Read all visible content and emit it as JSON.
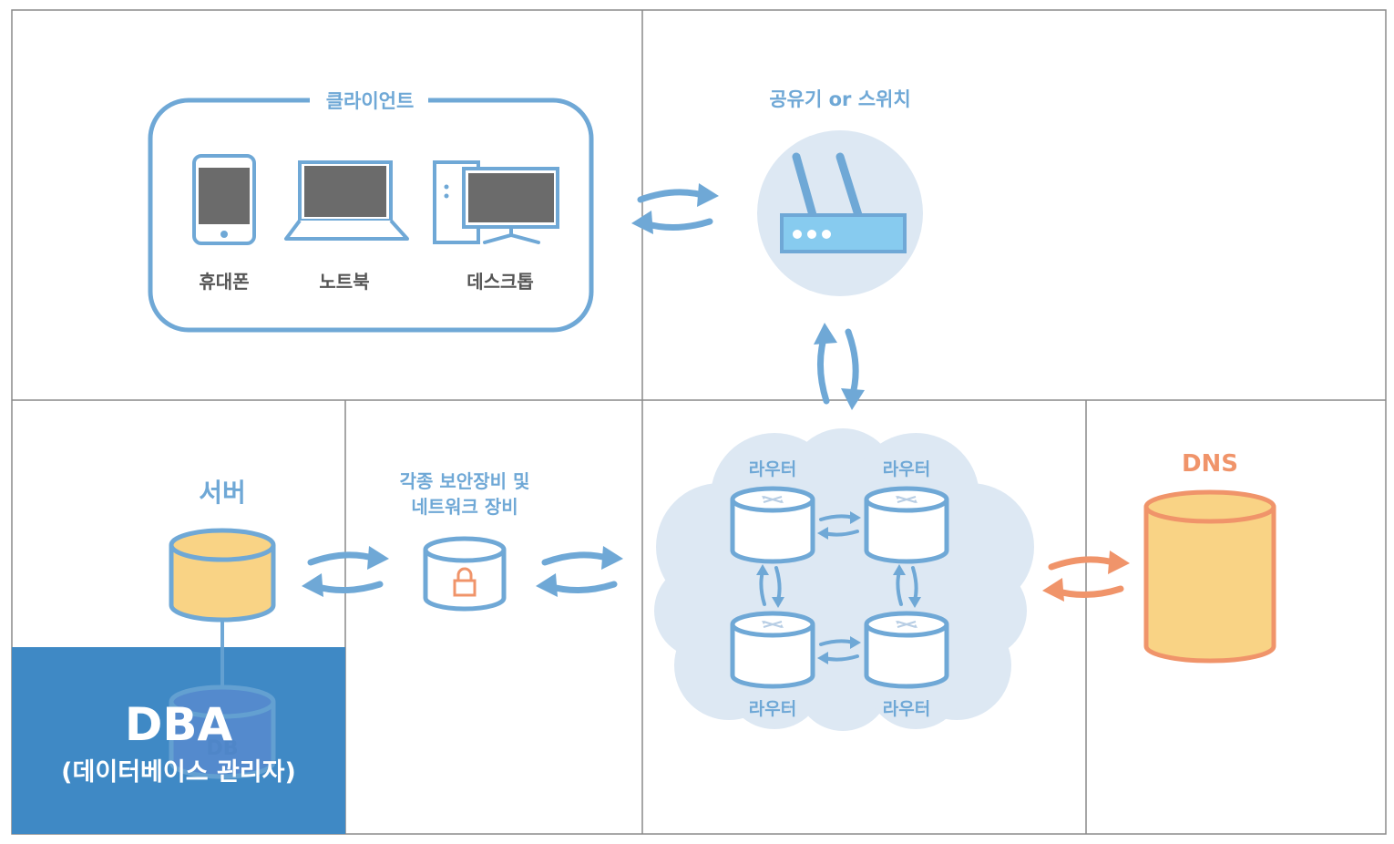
{
  "client": {
    "title": "클라이언트",
    "devices": [
      {
        "label": "휴대폰",
        "icon": "phone-icon"
      },
      {
        "label": "노트북",
        "icon": "laptop-icon"
      },
      {
        "label": "데스크톱",
        "icon": "desktop-icon"
      }
    ]
  },
  "router_switch": {
    "label": "공유기 or 스위치",
    "icon": "wifi-router-icon"
  },
  "server": {
    "label": "서버",
    "db_label": "DB"
  },
  "dba": {
    "title": "DBA",
    "subtitle": "(데이터베이스 관리자)"
  },
  "security": {
    "label_line1": "각종 보안장비 및",
    "label_line2": "네트워크 장비",
    "icon": "lock-icon"
  },
  "routers": {
    "labels": [
      "라우터",
      "라우터",
      "라우터",
      "라우터"
    ]
  },
  "dns": {
    "label": "DNS"
  },
  "colors": {
    "blue": "#6fa8d6",
    "light_blue_bg": "#dde8f3",
    "yellow": "#f9d385",
    "orange": "#f0946a",
    "dba_bg": "#3f89c5",
    "screen": "#6b6b6b",
    "grid": "#8a8a8a"
  }
}
